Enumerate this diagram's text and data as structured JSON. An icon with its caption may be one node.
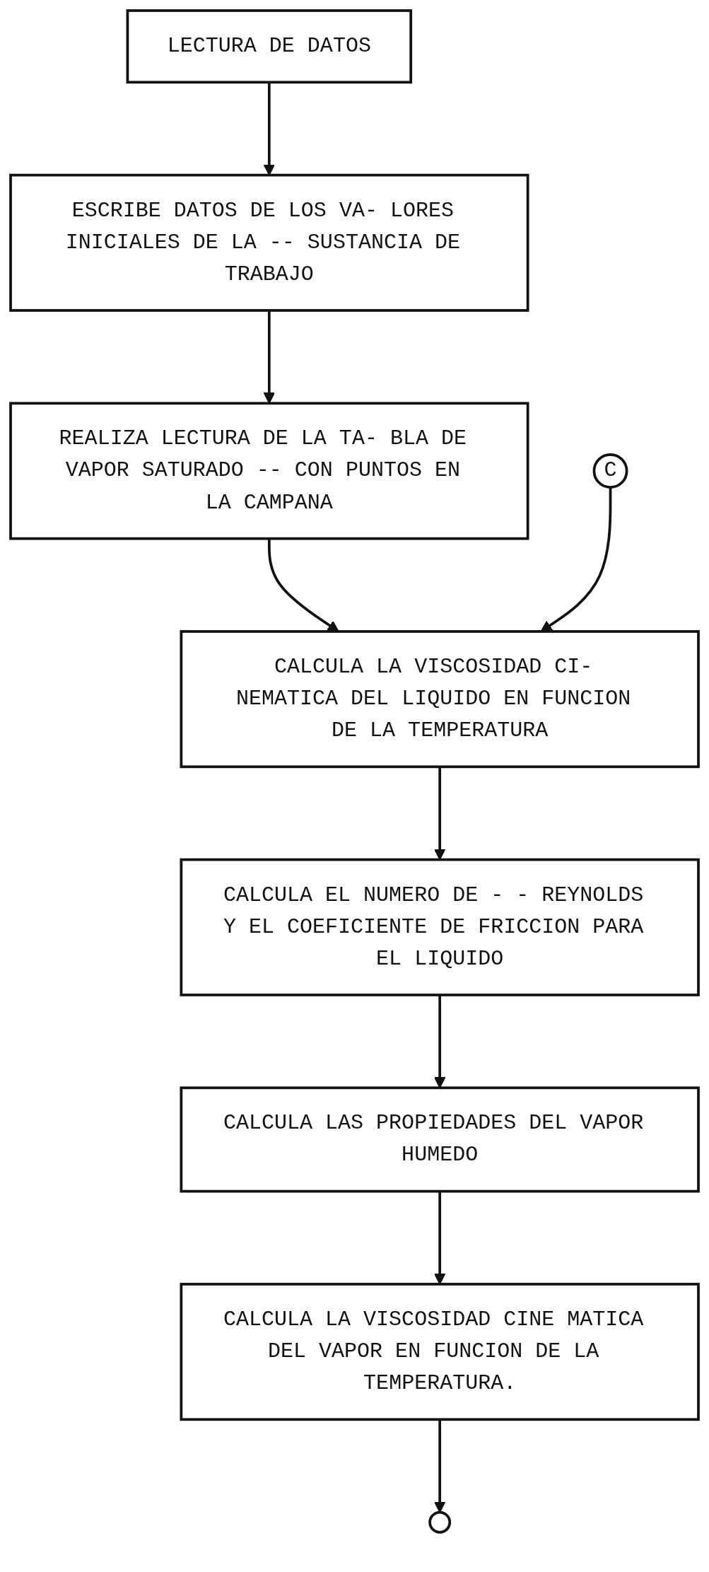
{
  "diagram": {
    "nodes": [
      {
        "text": [
          "LECTURA DE DATOS"
        ]
      },
      {
        "text": [
          "ESCRIBE DATOS DE LOS VA- LORES INICIALES DE LA -- SUSTANCIA DE TRABAJO"
        ]
      },
      {
        "text": [
          "REALIZA LECTURA DE LA TA- BLA DE VAPOR SATURADO -- CON PUNTOS EN LA CAMPANA"
        ]
      },
      {
        "text": [
          "C"
        ]
      },
      {
        "text": [
          "CALCULA LA VISCOSIDAD CI- NEMATICA DEL LIQUIDO EN FUNCION DE LA TEMPERATURA"
        ]
      },
      {
        "text": [
          "CALCULA EL NUMERO DE - - REYNOLDS Y EL COEFICIENTE DE FRICCION PARA EL LIQUIDO"
        ]
      },
      {
        "text": [
          "CALCULA LAS PROPIEDADES DEL VAPOR HUMEDO"
        ]
      },
      {
        "text": [
          "CALCULA LA VISCOSIDAD CINE MATICA DEL VAPOR EN FUNCION DE LA TEMPERATURA."
        ]
      },
      {
        "text": [],
        "shape": "circle"
      }
    ],
    "edges": [
      {
        "from": 0,
        "to": 1,
        "arrow": "to"
      },
      {
        "from": 1,
        "to": 2,
        "arrow": "to"
      },
      {
        "from": 2,
        "to": 4,
        "arrow": "to"
      },
      {
        "from": 3,
        "to": 4,
        "arrow": "to"
      },
      {
        "from": 4,
        "to": 5,
        "arrow": "to"
      },
      {
        "from": 5,
        "to": 6,
        "arrow": "to"
      },
      {
        "from": 6,
        "to": 7,
        "arrow": "to"
      },
      {
        "from": 7,
        "to": 8,
        "arrow": "to"
      }
    ]
  }
}
